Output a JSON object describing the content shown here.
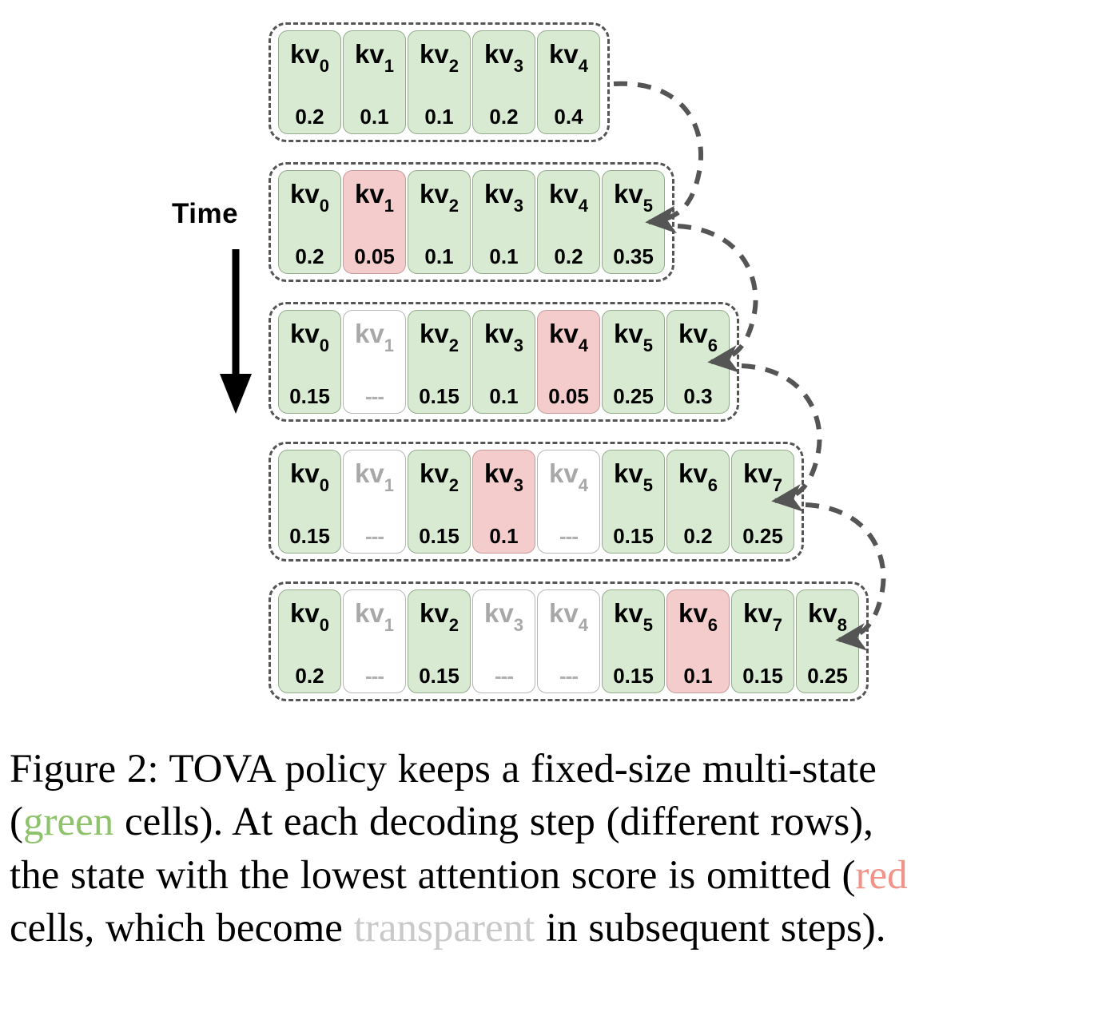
{
  "figure": {
    "time_axis": {
      "label": "Time",
      "arrow_direction": "down"
    },
    "legend_colors": {
      "green_cell": "#d9ead3",
      "red_cell": "#f4cccc",
      "transparent_cell": "#ffffff",
      "dashed_border": "#555555",
      "caption_green": "#8ec26b",
      "caption_red": "#f2938a",
      "caption_gray": "#c9c9c9"
    },
    "empty_score": "---",
    "rows": [
      {
        "step": 1,
        "cells": [
          {
            "label": "kv",
            "index": "0",
            "score": "0.2",
            "state": "green"
          },
          {
            "label": "kv",
            "index": "1",
            "score": "0.1",
            "state": "green"
          },
          {
            "label": "kv",
            "index": "2",
            "score": "0.1",
            "state": "green"
          },
          {
            "label": "kv",
            "index": "3",
            "score": "0.2",
            "state": "green"
          },
          {
            "label": "kv",
            "index": "4",
            "score": "0.4",
            "state": "green"
          }
        ]
      },
      {
        "step": 2,
        "cells": [
          {
            "label": "kv",
            "index": "0",
            "score": "0.2",
            "state": "green"
          },
          {
            "label": "kv",
            "index": "1",
            "score": "0.05",
            "state": "red"
          },
          {
            "label": "kv",
            "index": "2",
            "score": "0.1",
            "state": "green"
          },
          {
            "label": "kv",
            "index": "3",
            "score": "0.1",
            "state": "green"
          },
          {
            "label": "kv",
            "index": "4",
            "score": "0.2",
            "state": "green"
          },
          {
            "label": "kv",
            "index": "5",
            "score": "0.35",
            "state": "green"
          }
        ]
      },
      {
        "step": 3,
        "cells": [
          {
            "label": "kv",
            "index": "0",
            "score": "0.15",
            "state": "green"
          },
          {
            "label": "kv",
            "index": "1",
            "score": "---",
            "state": "transparent"
          },
          {
            "label": "kv",
            "index": "2",
            "score": "0.15",
            "state": "green"
          },
          {
            "label": "kv",
            "index": "3",
            "score": "0.1",
            "state": "green"
          },
          {
            "label": "kv",
            "index": "4",
            "score": "0.05",
            "state": "red"
          },
          {
            "label": "kv",
            "index": "5",
            "score": "0.25",
            "state": "green"
          },
          {
            "label": "kv",
            "index": "6",
            "score": "0.3",
            "state": "green"
          }
        ]
      },
      {
        "step": 4,
        "cells": [
          {
            "label": "kv",
            "index": "0",
            "score": "0.15",
            "state": "green"
          },
          {
            "label": "kv",
            "index": "1",
            "score": "---",
            "state": "transparent"
          },
          {
            "label": "kv",
            "index": "2",
            "score": "0.15",
            "state": "green"
          },
          {
            "label": "kv",
            "index": "3",
            "score": "0.1",
            "state": "red"
          },
          {
            "label": "kv",
            "index": "4",
            "score": "---",
            "state": "transparent"
          },
          {
            "label": "kv",
            "index": "5",
            "score": "0.15",
            "state": "green"
          },
          {
            "label": "kv",
            "index": "6",
            "score": "0.2",
            "state": "green"
          },
          {
            "label": "kv",
            "index": "7",
            "score": "0.25",
            "state": "green"
          }
        ]
      },
      {
        "step": 5,
        "cells": [
          {
            "label": "kv",
            "index": "0",
            "score": "0.2",
            "state": "green"
          },
          {
            "label": "kv",
            "index": "1",
            "score": "---",
            "state": "transparent"
          },
          {
            "label": "kv",
            "index": "2",
            "score": "0.15",
            "state": "green"
          },
          {
            "label": "kv",
            "index": "3",
            "score": "---",
            "state": "transparent"
          },
          {
            "label": "kv",
            "index": "4",
            "score": "---",
            "state": "transparent"
          },
          {
            "label": "kv",
            "index": "5",
            "score": "0.15",
            "state": "green"
          },
          {
            "label": "kv",
            "index": "6",
            "score": "0.1",
            "state": "red"
          },
          {
            "label": "kv",
            "index": "7",
            "score": "0.15",
            "state": "green"
          },
          {
            "label": "kv",
            "index": "8",
            "score": "0.25",
            "state": "green"
          }
        ]
      }
    ]
  },
  "caption": {
    "lines": [
      [
        {
          "text": "Figure 2:  TOVA policy keeps a fixed-size multi-state",
          "color": "black"
        }
      ],
      [
        {
          "text": "(",
          "color": "black"
        },
        {
          "text": "green",
          "color": "green"
        },
        {
          "text": " cells).  At each decoding step (different rows),",
          "color": "black"
        }
      ],
      [
        {
          "text": "the state with the lowest attention score is omitted (",
          "color": "black"
        },
        {
          "text": "red",
          "color": "red"
        }
      ],
      [
        {
          "text": "cells, which become ",
          "color": "black"
        },
        {
          "text": "transparent",
          "color": "gray"
        },
        {
          "text": " in subsequent steps).",
          "color": "black"
        }
      ]
    ]
  }
}
